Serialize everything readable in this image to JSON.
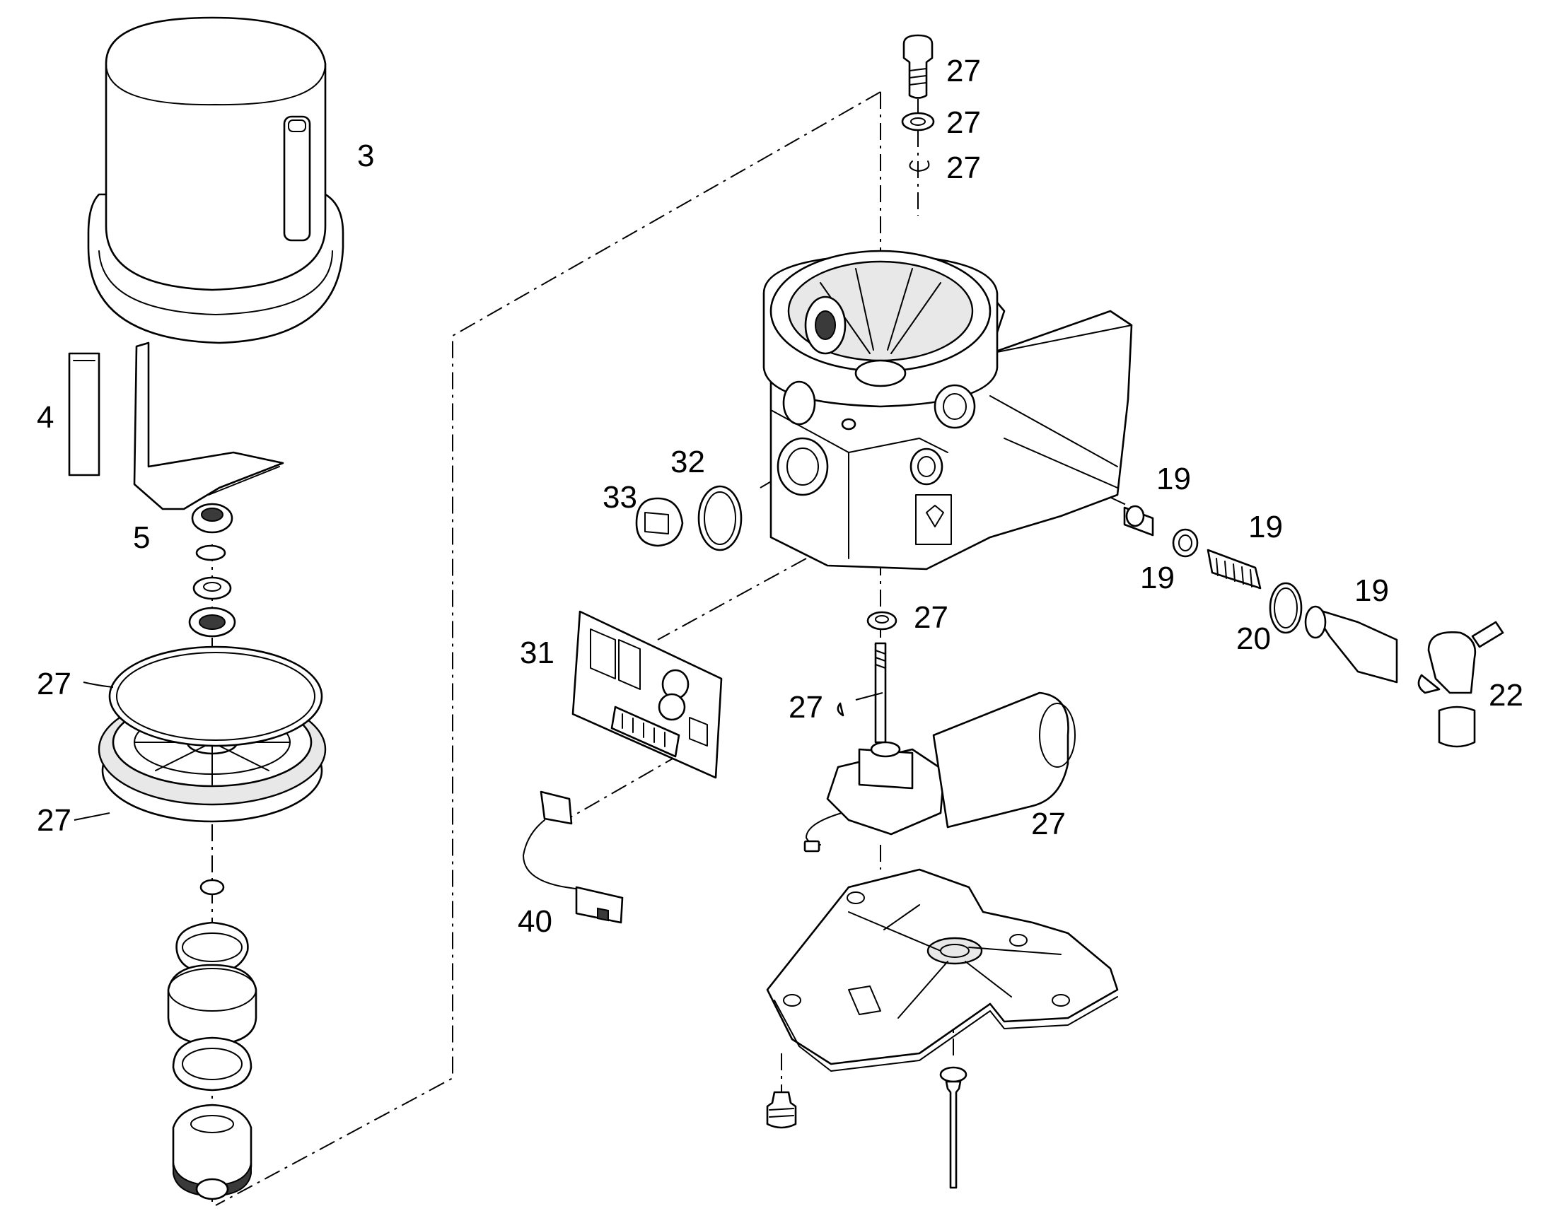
{
  "callouts": {
    "c3": "3",
    "c4": "4",
    "c5": "5",
    "c27_left_top": "27",
    "c27_left_bottom": "27",
    "c27_screw": "27",
    "c27_washer": "27",
    "c27_circlip": "27",
    "c27_lower_washer": "27",
    "c27_key": "27",
    "c27_motor": "27",
    "c19_pin": "19",
    "c19_ring": "19",
    "c19_spring": "19",
    "c19_plug": "19",
    "c20": "20",
    "c22": "22",
    "c31": "31",
    "c32": "32",
    "c33": "33",
    "c40": "40"
  }
}
